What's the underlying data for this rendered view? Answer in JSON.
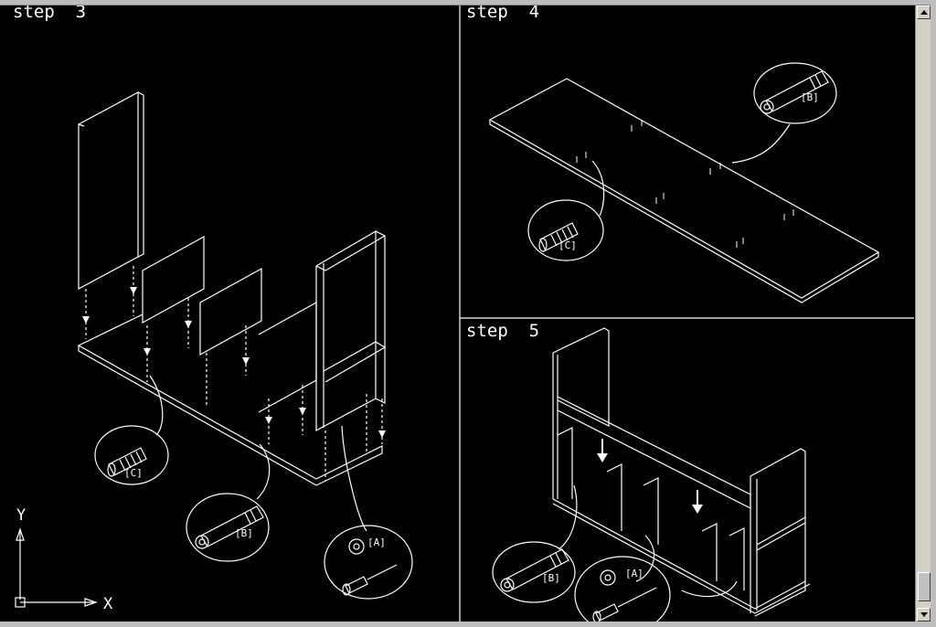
{
  "viewports": {
    "step3": {
      "label": "step  3"
    },
    "step4": {
      "label": "step  4"
    },
    "step5": {
      "label": "step  5"
    }
  },
  "callouts": {
    "c": "[C]",
    "b": "[B]",
    "a": "[A]"
  },
  "ucs": {
    "y": "Y",
    "x": "X"
  },
  "colors": {
    "background": "#000000",
    "lines": "#ffffff",
    "frame": "#bdbdbd"
  },
  "icons": {
    "ucs": "ucs-icon",
    "dowel": "wood-dowel-icon",
    "bolt": "cam-bolt-icon",
    "cam": "cam-lock-icon",
    "screwdriver": "screwdriver-icon"
  }
}
